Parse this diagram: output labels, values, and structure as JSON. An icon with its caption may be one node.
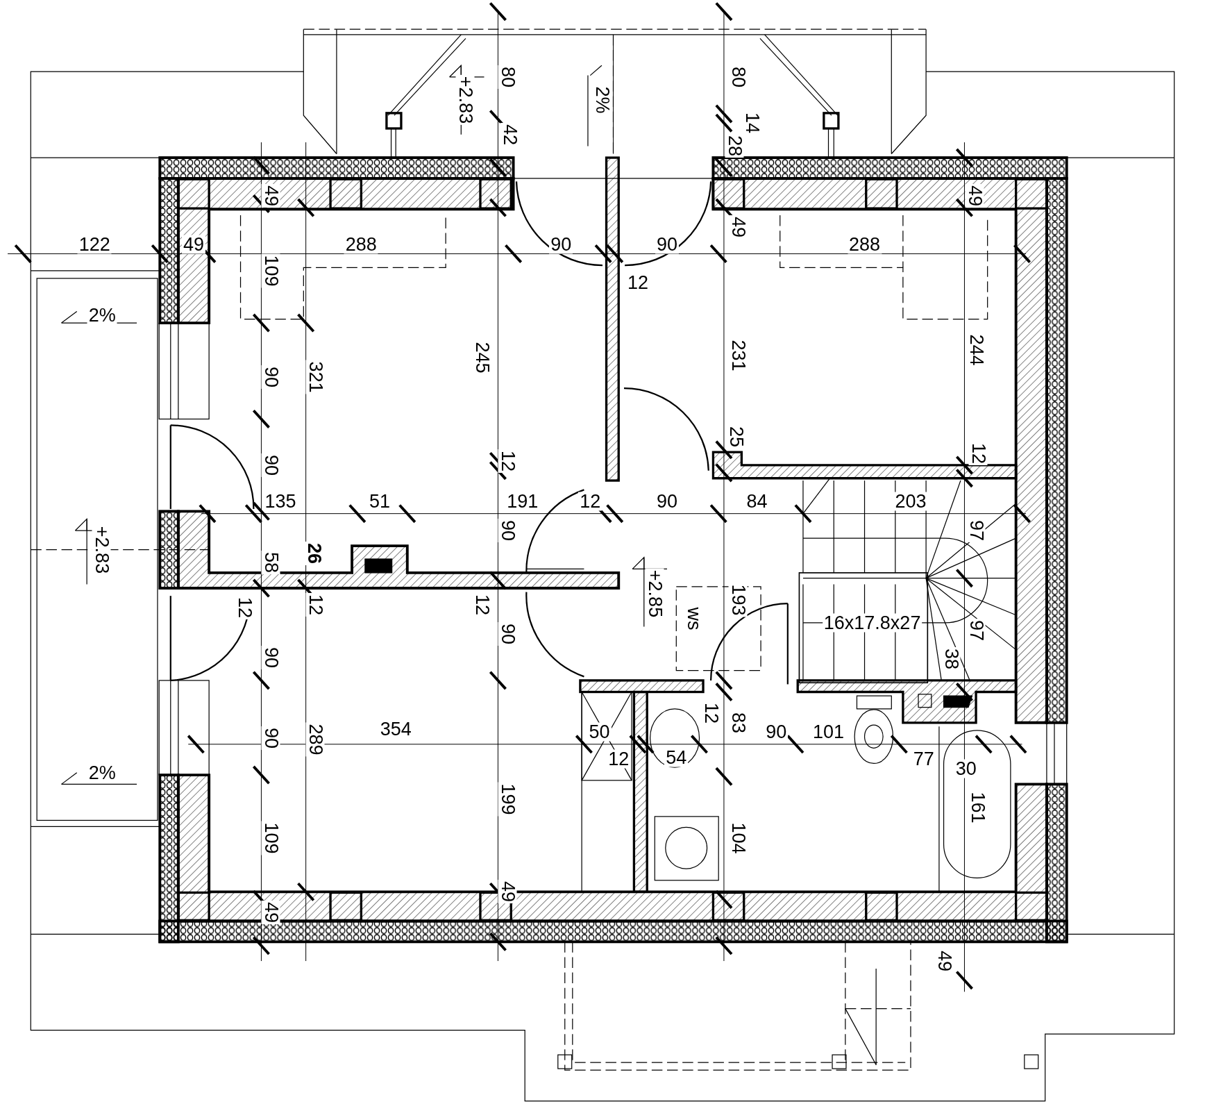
{
  "diagram": {
    "labels": [
      "80",
      "80",
      "+2.83",
      "2%",
      "14",
      "42",
      "28",
      "49",
      "49",
      "49",
      "122",
      "49",
      "288",
      "90",
      "90",
      "288",
      "109",
      "12",
      "2%",
      "90",
      "321",
      "245",
      "231",
      "244",
      "90",
      "12",
      "25",
      "12",
      "135",
      "51",
      "191",
      "12",
      "90",
      "84",
      "203",
      "90",
      "97",
      "+2.83",
      "58",
      "26",
      "12",
      "12",
      "12",
      "90",
      "+2.85",
      "ws",
      "193",
      "16x17.8x27",
      "97",
      "90",
      "38",
      "90",
      "289",
      "354",
      "50",
      "12",
      "83",
      "90",
      "101",
      "2%",
      "12",
      "54",
      "77",
      "30",
      "199",
      "161",
      "109",
      "104",
      "49",
      "49",
      "49"
    ]
  }
}
